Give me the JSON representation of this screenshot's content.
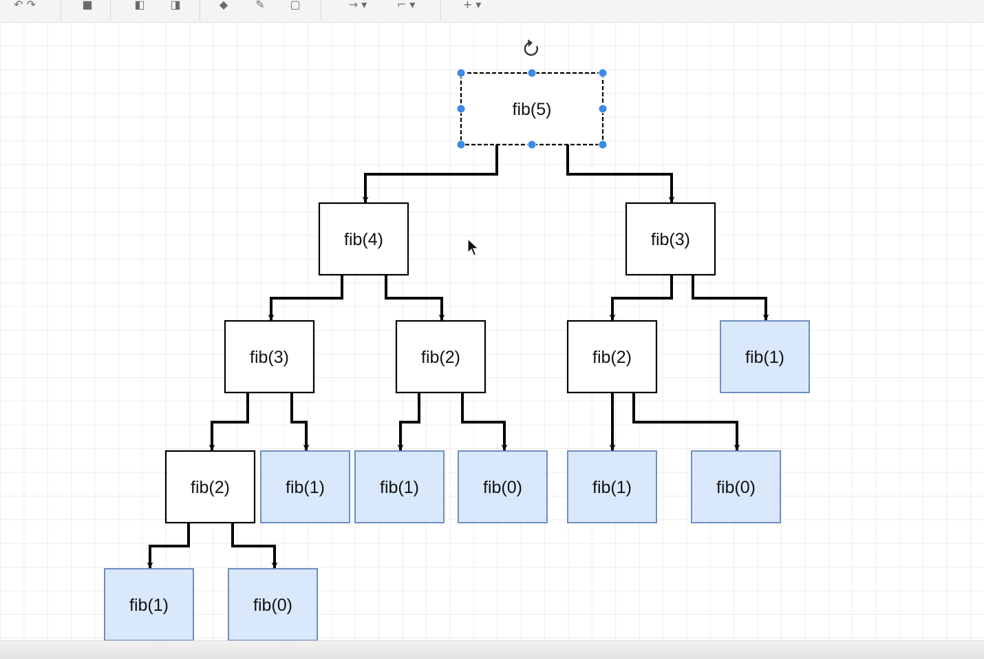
{
  "toolbar": {
    "buttons": [
      {
        "name": "undo-icon"
      },
      {
        "name": "delete-icon"
      },
      {
        "name": "to-front-icon"
      },
      {
        "name": "to-back-icon"
      },
      {
        "name": "fill-color-icon"
      },
      {
        "name": "line-color-icon"
      },
      {
        "name": "shadow-icon"
      },
      {
        "name": "connection-style-icon"
      },
      {
        "name": "waypoints-icon"
      },
      {
        "name": "insert-icon"
      }
    ]
  },
  "colors": {
    "leaf_fill": "#dae8fc",
    "leaf_stroke": "#6c8ebf",
    "node_fill": "#ffffff",
    "node_stroke": "#000000",
    "selection": "#3a8ae6"
  },
  "diagram": {
    "selected_node": "n5",
    "nodes": [
      {
        "id": "n5",
        "label": "fib(5)",
        "leaf": false
      },
      {
        "id": "n4",
        "label": "fib(4)",
        "leaf": false
      },
      {
        "id": "n3a",
        "label": "fib(3)",
        "leaf": false
      },
      {
        "id": "n3b",
        "label": "fib(3)",
        "leaf": false
      },
      {
        "id": "n2a",
        "label": "fib(2)",
        "leaf": false
      },
      {
        "id": "n2b",
        "label": "fib(2)",
        "leaf": false
      },
      {
        "id": "n1a",
        "label": "fib(1)",
        "leaf": true
      },
      {
        "id": "n2c",
        "label": "fib(2)",
        "leaf": false
      },
      {
        "id": "n1b",
        "label": "fib(1)",
        "leaf": true
      },
      {
        "id": "n1c",
        "label": "fib(1)",
        "leaf": true
      },
      {
        "id": "n0a",
        "label": "fib(0)",
        "leaf": true
      },
      {
        "id": "n1d",
        "label": "fib(1)",
        "leaf": true
      },
      {
        "id": "n0b",
        "label": "fib(0)",
        "leaf": true
      },
      {
        "id": "n1e",
        "label": "fib(1)",
        "leaf": true
      },
      {
        "id": "n0c",
        "label": "fib(0)",
        "leaf": true
      }
    ],
    "edges": [
      {
        "from": "n5",
        "to": "n4"
      },
      {
        "from": "n5",
        "to": "n3b"
      },
      {
        "from": "n4",
        "to": "n3a"
      },
      {
        "from": "n4",
        "to": "n2a"
      },
      {
        "from": "n3b",
        "to": "n2b"
      },
      {
        "from": "n3b",
        "to": "n1a"
      },
      {
        "from": "n3a",
        "to": "n2c"
      },
      {
        "from": "n3a",
        "to": "n1b"
      },
      {
        "from": "n2a",
        "to": "n1c"
      },
      {
        "from": "n2a",
        "to": "n0a"
      },
      {
        "from": "n2b",
        "to": "n1d"
      },
      {
        "from": "n2b",
        "to": "n0b"
      },
      {
        "from": "n2c",
        "to": "n1e"
      },
      {
        "from": "n2c",
        "to": "n0c"
      }
    ]
  }
}
